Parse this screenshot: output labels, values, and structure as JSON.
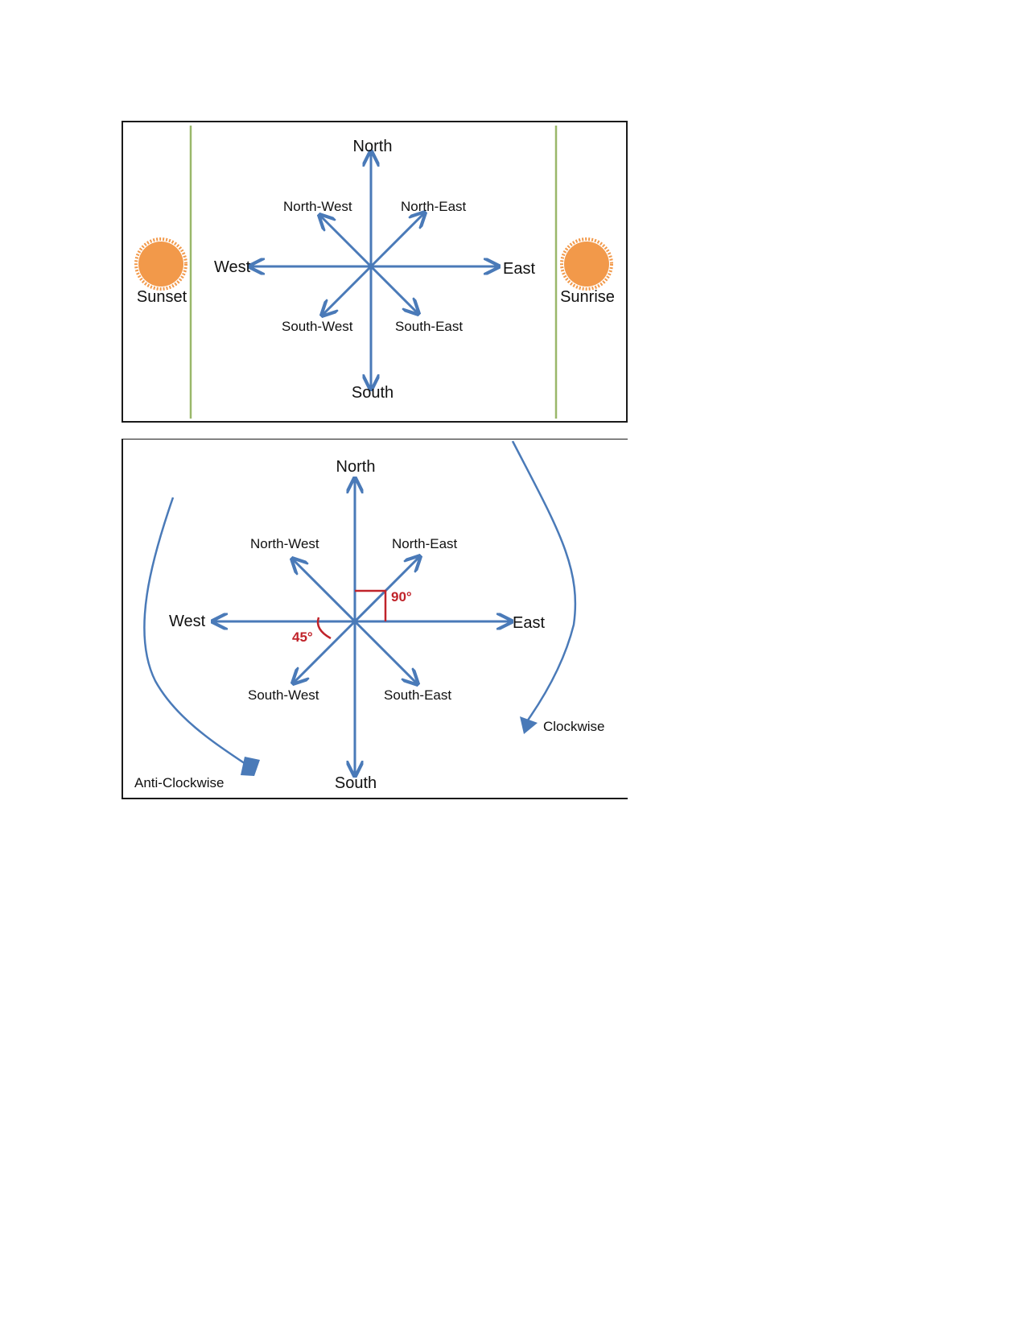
{
  "top_panel": {
    "north": "North",
    "south": "South",
    "east": "East",
    "west": "West",
    "north_east": "North-East",
    "north_west": "North-West",
    "south_east": "South-East",
    "south_west": "South-West",
    "sunset": "Sunset",
    "sunrise": "Sunrise"
  },
  "bottom_panel": {
    "north": "North",
    "south": "South",
    "east": "East",
    "west": "West",
    "north_east": "North-East",
    "north_west": "North-West",
    "south_east": "South-East",
    "south_west": "South-West",
    "angle_right": "90°",
    "angle_half": "45°",
    "clockwise": "Clockwise",
    "anti_clockwise": "Anti-Clockwise"
  },
  "colors": {
    "arrow": "#4a7ab8",
    "sun": "#f2994a",
    "divider": "#9ab86a",
    "angle": "#c0232a"
  }
}
